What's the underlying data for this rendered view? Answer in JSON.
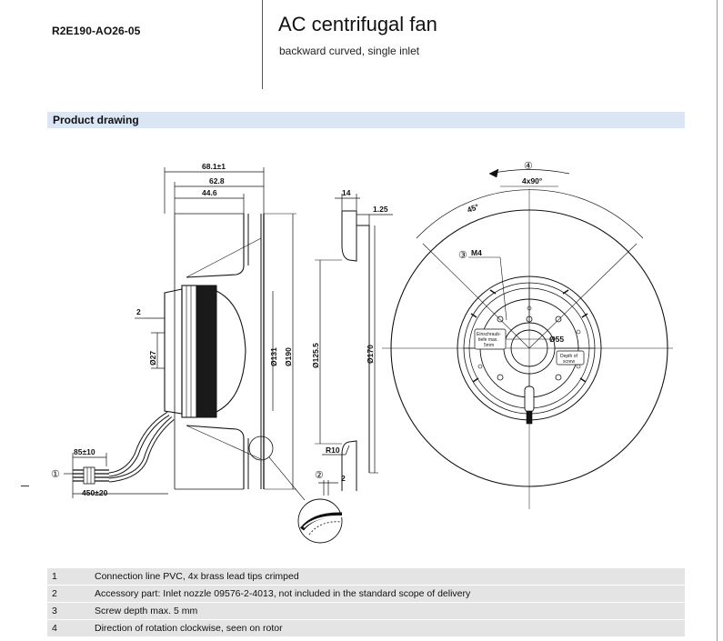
{
  "header": {
    "model": "R2E190-AO26-05",
    "title": "AC centrifugal fan",
    "subtitle": "backward curved, single inlet"
  },
  "section": {
    "title": "Product drawing"
  },
  "drawing": {
    "dims_side": {
      "total_depth": "68.1±1",
      "depth_2": "62.8",
      "depth_3": "44.6",
      "offset": "2",
      "dia_shaft": "Ø27",
      "dia_motor": "Ø131",
      "dia_outer": "Ø190",
      "cable_strip": "85±10",
      "cable_length": "450±20"
    },
    "dims_nozzle": {
      "width": "14",
      "thickness": "1.25",
      "dia_inner": "Ø125.5",
      "dia_outer": "Ø170",
      "radius": "R10",
      "gap": "2"
    },
    "dims_front": {
      "pattern": "4x90°",
      "angle": "45°",
      "thread": "M4",
      "dia_bolt": "Ø55",
      "label_screw_depth": "Depth of screw",
      "label_screw_depth_line1": "Depth of",
      "label_screw_depth_line2": "screw",
      "label_einschraub_line1": "Einschraub-",
      "label_einschraub_line2": "tiefe max.",
      "label_einschraub_line3": "5mm"
    },
    "callouts": {
      "c1": "①",
      "c2": "②",
      "c3": "③",
      "c4": "④"
    }
  },
  "notes": [
    {
      "num": "1",
      "text": "Connection line PVC, 4x brass lead tips crimped"
    },
    {
      "num": "2",
      "text": "Accessory part: Inlet nozzle 09576-2-4013, not included in the standard scope of delivery"
    },
    {
      "num": "3",
      "text": "Screw depth max. 5 mm"
    },
    {
      "num": "4",
      "text": "Direction of rotation clockwise, seen on rotor"
    }
  ]
}
